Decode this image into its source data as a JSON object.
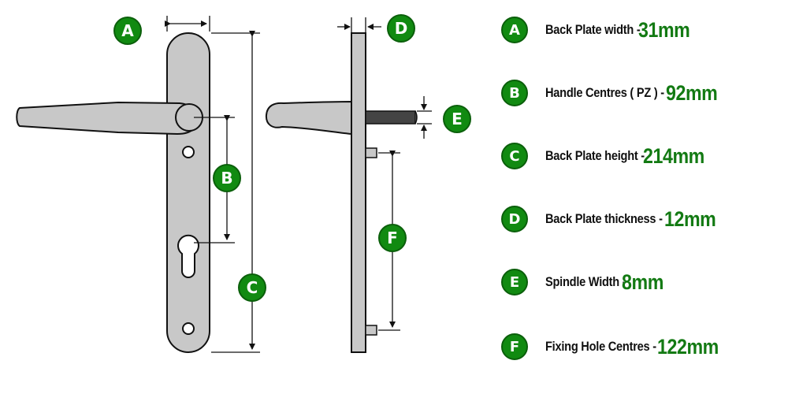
{
  "callouts": {
    "a": "A",
    "b": "B",
    "c": "C",
    "d": "D",
    "e": "E",
    "f": "F"
  },
  "legend": [
    {
      "letter": "A",
      "label": "Back Plate width -",
      "value": "31mm"
    },
    {
      "letter": "B",
      "label": "Handle Centres ( PZ ) -",
      "value": "92mm"
    },
    {
      "letter": "C",
      "label": "Back Plate height -",
      "value": "214mm"
    },
    {
      "letter": "D",
      "label": "Back Plate thickness -",
      "value": "12mm"
    },
    {
      "letter": "E",
      "label": "Spindle Width -",
      "value": "8mm"
    },
    {
      "letter": "F",
      "label": "Fixing Hole Centres -",
      "value": "122mm"
    }
  ],
  "colors": {
    "badge": "#118a11",
    "value": "#137a13",
    "plate": "#c8c8c8"
  }
}
